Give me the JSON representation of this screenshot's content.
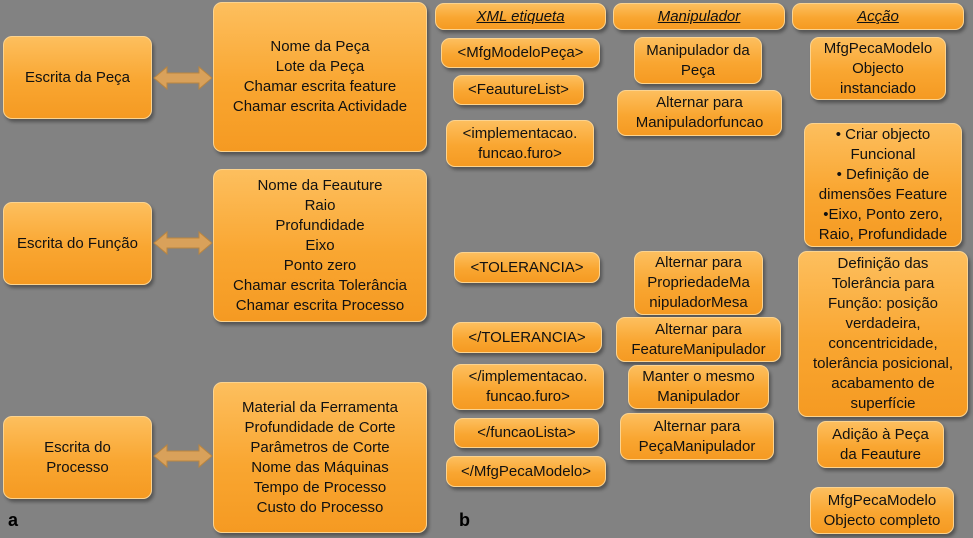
{
  "panel_a": {
    "letter": "a",
    "rows": [
      {
        "label": "Escrita da Peça",
        "items": [
          "Nome da Peça",
          "Lote da Peça",
          "Chamar escrita feature",
          "Chamar escrita Actividade"
        ]
      },
      {
        "label": "Escrita do Função",
        "items": [
          "Nome da Feauture",
          "Raio",
          "Profundidade",
          "Eixo",
          "Ponto zero",
          "Chamar escrita Tolerância",
          "Chamar escrita Processo"
        ]
      },
      {
        "label": "Escrita do Processo",
        "items": [
          "Material da Ferramenta",
          "Profundidade de Corte",
          "Parâmetros de Corte",
          "Nome das Máquinas",
          "Tempo de Processo",
          "Custo do Processo"
        ]
      }
    ]
  },
  "panel_b": {
    "letter": "b",
    "headers": {
      "xml": "XML etiqueta",
      "manip": "Manipulador",
      "acc": "Acção"
    },
    "xml": [
      "<MfgModeloPeça>",
      "<FeautureList>",
      "<implementacao.\nfuncao.furo>",
      "<TOLERANCIA>",
      "</TOLERANCIA>",
      "</implementacao.\nfuncao.furo>",
      "</funcaoLista>",
      "</MfgPecaModelo>"
    ],
    "manip": [
      "Manipulador da\nPeça",
      "Alternar para\nManipuladorfuncao",
      "Alternar para\nPropriedadeMa\nnipuladorMesa",
      "Alternar para\nFeatureManipulador",
      "Manter o mesmo\nManipulador",
      "Alternar para\nPeçaManipulador"
    ],
    "acc": [
      "MfgPecaModelo\nObjecto\ninstanciado",
      "• Criar objecto\nFuncional\n• Definição de\ndimensões Feature\n•Eixo, Ponto zero,\nRaio, Profundidade",
      "Definição das\nTolerância para\nFunção: posição\nverdadeira,\nconcentricidade,\ntolerância posicional,\nacabamento de\nsuperfície",
      "Adição à Peça\nda Feauture",
      "MfgPecaModelo\nObjecto completo"
    ]
  }
}
